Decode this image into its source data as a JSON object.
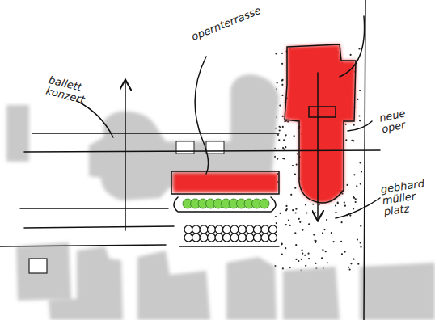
{
  "diagram": {
    "labels": [
      "ballett konzert",
      "opernterrasse",
      "neue oper",
      "gebhard müller platz"
    ]
  }
}
